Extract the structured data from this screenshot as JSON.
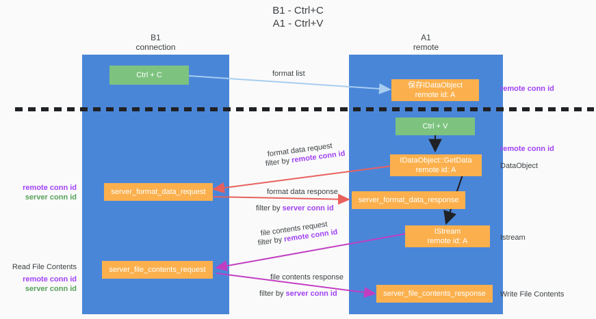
{
  "title": {
    "line1": "B1 - Ctrl+C",
    "line2": "A1 - Ctrl+V"
  },
  "columns": [
    {
      "name": "B1",
      "role": "connection"
    },
    {
      "name": "A1",
      "role": "remote"
    }
  ],
  "boxes": {
    "ctrl_c": {
      "label": "Ctrl + C"
    },
    "ctrl_v": {
      "label": "Ctrl + V"
    },
    "save_idataobject": {
      "line1": "保存IDataObject",
      "line2": "remote id: A"
    },
    "idataobject_getdata": {
      "line1": "IDataObject::GetData",
      "line2": "remote id: A"
    },
    "istream": {
      "line1": "IStream",
      "line2": "remote id: A"
    },
    "server_format_data_request": {
      "label": "server_format_data_request"
    },
    "server_format_data_response": {
      "label": "server_format_data_response"
    },
    "server_file_contents_request": {
      "label": "server_file_contents_request"
    },
    "server_file_contents_response": {
      "label": "server_file_contents_response"
    }
  },
  "edge_labels": {
    "format_list": "format list",
    "format_data_request": "format data request",
    "format_data_response": "format data response",
    "file_contents_request": "file contents request",
    "file_contents_response": "file contents response",
    "filter_by": "filter by ",
    "remote_conn_id": "remote conn id",
    "server_conn_id": "server conn id"
  },
  "side_labels": {
    "left_remote_conn_id": "remote conn id",
    "left_server_conn_id": "server conn id",
    "read_file_contents": "Read File Contents",
    "left2_remote_conn_id": "remote conn id",
    "left2_server_conn_id": "server conn id",
    "right_remote_conn_id_1": "remote conn id",
    "right_remote_conn_id_2": "remote conn id",
    "right_dataobject": "DataObject",
    "right_istream": "Istream",
    "right_write_file_contents": "Write File Contents"
  },
  "colors": {
    "lane": "#4a86d8",
    "box_orange": "#fbb04d",
    "box_green": "#7dc37f",
    "accent_purple": "#a142f4",
    "accent_green": "#57a05a",
    "arrow_blue": "#a7cdf0",
    "arrow_red": "#e8605d",
    "arrow_magenta": "#c13ec1",
    "arrow_black": "#202124",
    "background": "#fafafa"
  }
}
